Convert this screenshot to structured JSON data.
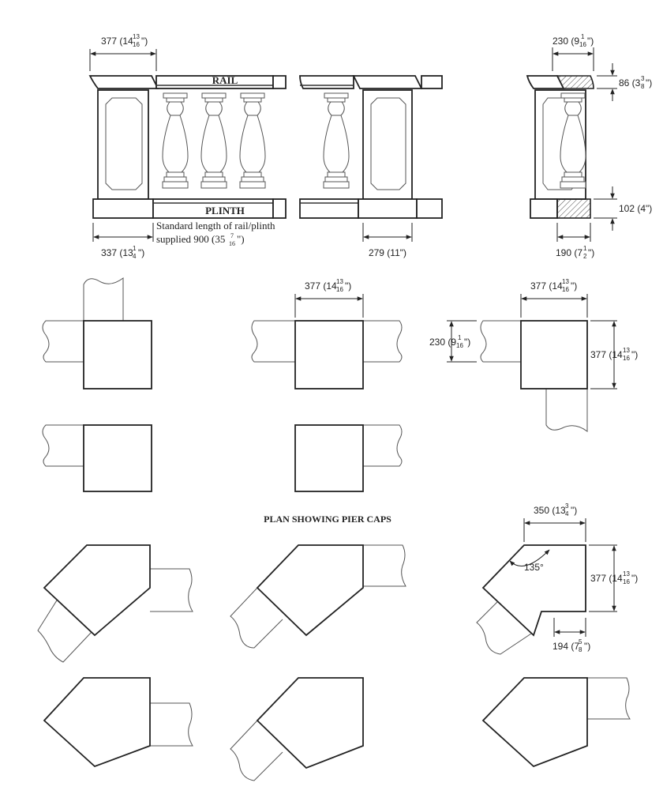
{
  "elevation": {
    "rail_label": "RAIL",
    "plinth_label": "PLINTH",
    "note_line1": "Standard length of rail/plinth",
    "note_line2_prefix": "supplied 900 (35",
    "note_line2_frac_num": "7",
    "note_line2_frac_den": "16",
    "note_line2_suffix": "\")"
  },
  "dimensions": {
    "pier_width_top": {
      "whole": "377 (14",
      "num": "13",
      "den": "16",
      "tail": "\")"
    },
    "pier_width_bottom": {
      "whole": "337 (13",
      "num": "1",
      "den": "4",
      "tail": "\")"
    },
    "pier_width_middle": {
      "text": "279 (11\")"
    },
    "rail_width_side": {
      "whole": "230 (9",
      "num": "1",
      "den": "16",
      "tail": "\")"
    },
    "rail_height": {
      "whole": "86 (3",
      "num": "3",
      "den": "8",
      "tail": "\")"
    },
    "plinth_height": {
      "text": "102 (4\")"
    },
    "plinth_width_side": {
      "whole": "190 (7",
      "num": "1",
      "den": "2",
      "tail": "\")"
    },
    "cap_plan_width": {
      "whole": "377 (14",
      "num": "13",
      "den": "16",
      "tail": "\")"
    },
    "cap_plan_width_2": {
      "whole": "377 (14",
      "num": "13",
      "den": "16",
      "tail": "\")"
    },
    "cap_plan_depth": {
      "whole": "377 (14",
      "num": "13",
      "den": "16",
      "tail": "\")"
    },
    "cap_plan_rail": {
      "whole": "230 (9",
      "num": "1",
      "den": "16",
      "tail": "\")"
    },
    "angle_width": {
      "whole": "350 (13",
      "num": "3",
      "den": "4",
      "tail": "\")"
    },
    "angle_depth": {
      "whole": "377 (14",
      "num": "13",
      "den": "16",
      "tail": "\")"
    },
    "angle_bottom": {
      "whole": "194 (7",
      "num": "5",
      "den": "8",
      "tail": "\")"
    },
    "angle": {
      "text": "135°"
    }
  },
  "plan_title": "PLAN SHOWING PIER CAPS"
}
